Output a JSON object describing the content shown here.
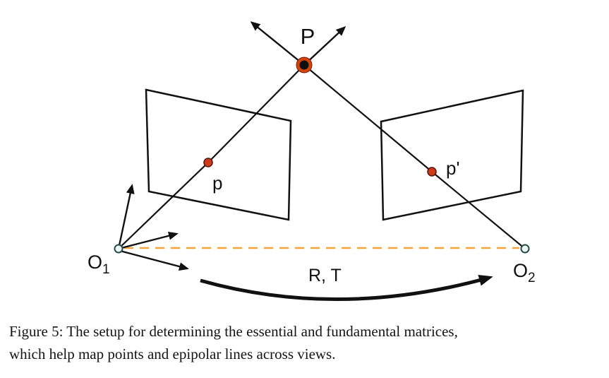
{
  "figure": {
    "caption_line1": "Figure 5: The setup for determining the essential and fundamental matrices,",
    "caption_line2": "which help map points and epipolar lines across views."
  },
  "diagram": {
    "labels": {
      "world_point": "P",
      "image_point_left": "p",
      "image_point_right": "p'",
      "camera1_main": "O",
      "camera1_sub": "1",
      "camera2_main": "O",
      "camera2_sub": "2",
      "transform": "R, T"
    },
    "colors": {
      "baseline": "#F5A43C",
      "world_point_ring": "#D4430A",
      "world_point_core": "#101010",
      "image_point": "#CE3A1A",
      "camera_center_fill": "#EDF7F4",
      "camera_center_stroke": "#264D45",
      "line": "#111111"
    }
  }
}
